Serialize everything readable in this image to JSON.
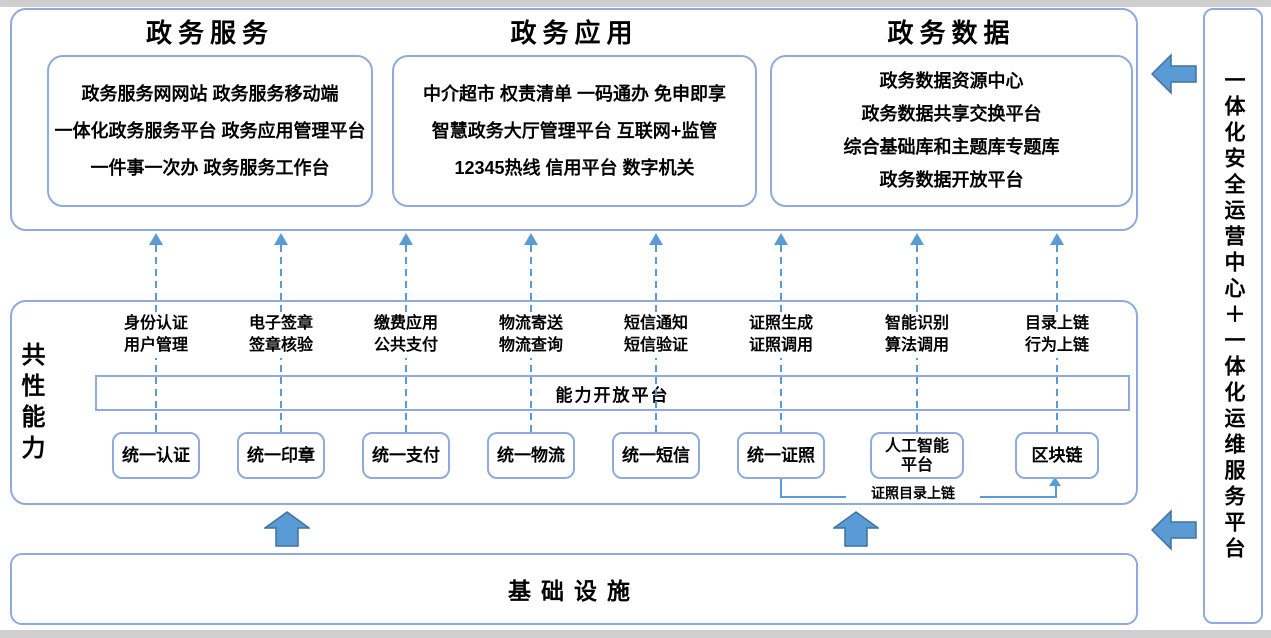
{
  "diagram": {
    "top_sections": [
      {
        "title": "政务服务",
        "lines": [
          "政务服务网网站 政务服务移动端",
          "一体化政务服务平台 政务应用管理平台",
          "一件事一次办 政务服务工作台"
        ]
      },
      {
        "title": "政务应用",
        "lines": [
          "中介超市 权责清单 一码通办 免申即享",
          "智慧政务大厅管理平台 互联网+监管",
          "12345热线 信用平台 数字机关"
        ]
      },
      {
        "title": "政务数据",
        "lines": [
          "政务数据资源中心",
          "政务数据共享交换平台",
          "综合基础库和主题库专题库",
          "政务数据开放平台"
        ]
      }
    ],
    "middle": {
      "side_label": "共性能力",
      "platform_bar": "能力开放平台",
      "columns": [
        {
          "capability": [
            "身份认证",
            "用户管理"
          ],
          "box": "统一认证"
        },
        {
          "capability": [
            "电子签章",
            "签章核验"
          ],
          "box": "统一印章"
        },
        {
          "capability": [
            "缴费应用",
            "公共支付"
          ],
          "box": "统一支付"
        },
        {
          "capability": [
            "物流寄送",
            "物流查询"
          ],
          "box": "统一物流"
        },
        {
          "capability": [
            "短信通知",
            "短信验证"
          ],
          "box": "统一短信"
        },
        {
          "capability": [
            "证照生成",
            "证照调用"
          ],
          "box": "统一证照"
        },
        {
          "capability": [
            "智能识别",
            "算法调用"
          ],
          "box": "人工智能平台",
          "box_lines": [
            "人工智能",
            "平台"
          ]
        },
        {
          "capability": [
            "目录上链",
            "行为上链"
          ],
          "box": "区块链"
        }
      ],
      "connector_label": "证照目录上链"
    },
    "bottom_title": "基础设施",
    "sidebar_title": "一体化安全运营中心＋一体化运维服务平台",
    "colors": {
      "border_light": "#8FAADC",
      "line_blue": "#5B9BD5",
      "arrow_fill": "#5B9BD5",
      "arrow_stroke": "#41719C",
      "text": "#000000"
    }
  }
}
